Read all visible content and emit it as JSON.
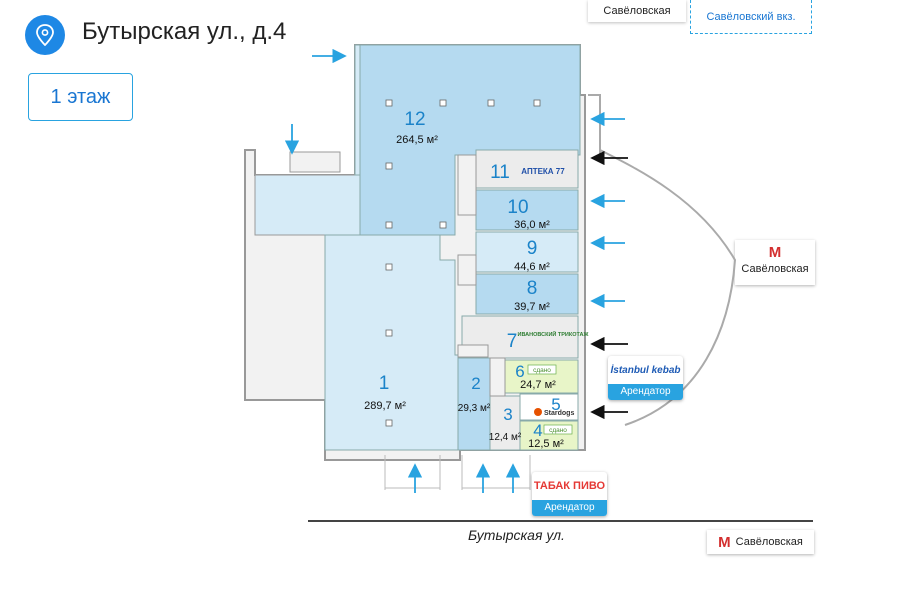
{
  "address": "Бутырская ул., д.4",
  "floor_button": "1 этаж",
  "top_station": "Савёловская",
  "top_vokzal": "Савёловский вкз.",
  "metro_right": "Савёловская",
  "metro_bottom": "Савёловская",
  "metro_letter": "М",
  "street": "Бутырская ул.",
  "rooms": [
    {
      "num": "1",
      "area": "289,7 м²"
    },
    {
      "num": "2",
      "area": "29,3 м²"
    },
    {
      "num": "3",
      "area": "12,4 м²"
    },
    {
      "num": "4",
      "area": "12,5 м²",
      "tag": "сдано"
    },
    {
      "num": "5"
    },
    {
      "num": "6",
      "area": "24,7 м²",
      "tag": "сдано"
    },
    {
      "num": "7",
      "tenant": "ИВАНОВСКИЙ ТРИКОТАЖ"
    },
    {
      "num": "8",
      "area": "39,7 м²"
    },
    {
      "num": "9",
      "area": "44,6 м²"
    },
    {
      "num": "10",
      "area": "36,0 м²"
    },
    {
      "num": "11",
      "tenant": "АПТЕКА 77"
    },
    {
      "num": "12",
      "area": "264,5 м²"
    }
  ],
  "tenant_badges": [
    {
      "brand": "İstanbul kebab",
      "caption": "Арендатор"
    },
    {
      "brand": "ТАБАК ПИВО",
      "caption": "Арендатор"
    }
  ],
  "stardogs": "Stardogs",
  "colors": {
    "accent": "#29a3e0",
    "room_light": "#d6ebf7",
    "room_mid": "#b5daf0",
    "room_rented": "#e8f5c8",
    "room_grey": "#ececec",
    "arrow_blue": "#29a3e0",
    "arrow_black": "#111111"
  }
}
